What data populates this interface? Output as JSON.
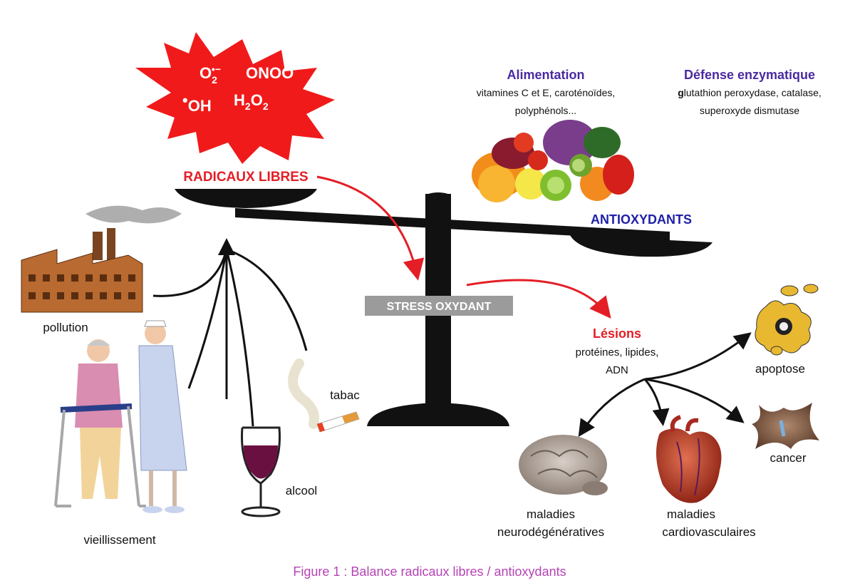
{
  "radicals": {
    "species": {
      "o2": "O2",
      "o2_sub": "2",
      "o2_charge": "•−",
      "onoo": "ONOO",
      "onoo_charge": "−",
      "oh_dot": "•",
      "oh": "OH",
      "h2o2_h": "H",
      "h2o2_sub1": "2",
      "h2o2_o": "O",
      "h2o2_sub2": "2"
    },
    "title": "RADICAUX LIBRES"
  },
  "alimentation": {
    "title": "Alimentation",
    "line1": "vitamines C et E, caroténoïdes,",
    "line2": "polyphénols..."
  },
  "defense": {
    "title": "Défense enzymatique",
    "line1_bold": "g",
    "line1_rest": "lutathion peroxydase, catalase,",
    "line2": "superoxyde dismutase"
  },
  "antioxydants": "ANTIOXYDANTS",
  "stress": "STRESS OXYDANT",
  "lesions": {
    "title": "Lésions",
    "line1": "protéines, lipides,",
    "line2": "ADN"
  },
  "factors": {
    "pollution": "pollution",
    "vieillissement": "vieillissement",
    "alcool": "alcool",
    "tabac": "tabac"
  },
  "outcomes": {
    "apoptose": "apoptose",
    "cancer": "cancer",
    "neuro_1": "maladies",
    "neuro_2": "neurodégénératives",
    "cardio_1": "maladies",
    "cardio_2": "cardiovasculaires"
  },
  "caption": "Figure 1 : Balance radicaux libres / antioxydants",
  "colors": {
    "red": "#e41e26",
    "blue": "#1f1fa8",
    "purple": "#4b2aa0",
    "caption": "#b543b5",
    "stress_bg": "#9b9b9b"
  }
}
